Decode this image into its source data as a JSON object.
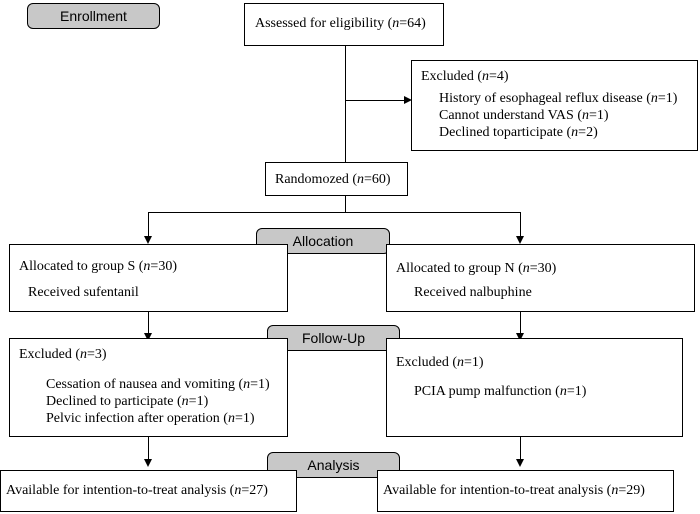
{
  "stages": {
    "enrollment": "Enrollment",
    "allocation": "Allocation",
    "follow_up": "Follow-Up",
    "analysis": "Analysis"
  },
  "assessed": {
    "text": "Assessed for eligibility (",
    "n": "n",
    "val": "=64)"
  },
  "excluded_top": {
    "title": {
      "text": "Excluded (",
      "n": "n",
      "val": "=4)"
    },
    "items": [
      {
        "text": "History of esophageal reflux disease (",
        "n": "n",
        "val": "=1)"
      },
      {
        "text": "Cannot understand VAS (",
        "n": "n",
        "val": "=1)"
      },
      {
        "text": "Declined toparticipate (",
        "n": "n",
        "val": "=2)"
      }
    ]
  },
  "randomized": {
    "text": "Randomozed (",
    "n": "n",
    "val": "=60)"
  },
  "group_s": {
    "allocated": {
      "text": "Allocated to group S (",
      "n": "n",
      "val": "=30)"
    },
    "received": "Received sufentanil",
    "excluded_title": {
      "text": "Excluded (",
      "n": "n",
      "val": "=3)"
    },
    "excluded_items": [
      {
        "text": "Cessation of nausea and vomiting (",
        "n": "n",
        "val": "=1)"
      },
      {
        "text": "Declined to participate (",
        "n": "n",
        "val": "=1)"
      },
      {
        "text": "Pelvic infection after operation (",
        "n": "n",
        "val": "=1)"
      }
    ],
    "analysis": {
      "text": "Available for intention-to-treat analysis (",
      "n": "n",
      "val": "=27)"
    }
  },
  "group_n": {
    "allocated": {
      "text": "Allocated to group N (",
      "n": "n",
      "val": "=30)"
    },
    "received": "Received nalbuphine",
    "excluded_title": {
      "text": "Excluded (",
      "n": "n",
      "val": "=1)"
    },
    "excluded_items": [
      {
        "text": "PCIA pump malfunction (",
        "n": "n",
        "val": "=1)"
      }
    ],
    "analysis": {
      "text": "Available for intention-to-treat analysis (",
      "n": "n",
      "val": "=29)"
    }
  }
}
